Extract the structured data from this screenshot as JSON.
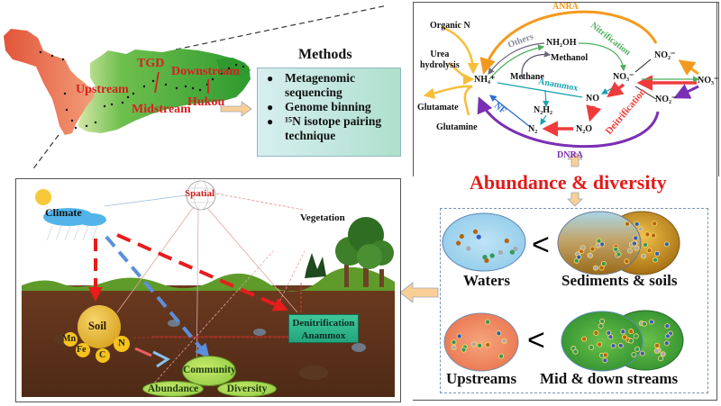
{
  "map": {
    "regions": [
      "Upstream",
      "TGD",
      "Midstream",
      "Downstream",
      "Hukou"
    ]
  },
  "methods": {
    "title": "Methods",
    "items": [
      "Metagenomic sequencing",
      "Genome binning",
      "¹⁵N isotope pairing technique"
    ],
    "item_lines": [
      [
        "Metagenomic",
        "sequencing"
      ],
      [
        "Genome binning"
      ],
      [
        "¹⁵N isotope pairing",
        "technique"
      ]
    ]
  },
  "n_cycle": {
    "nodes": {
      "organic_n": "Organic N",
      "urea": [
        "Urea",
        "hydrolysis"
      ],
      "nh4": "NH₄⁺",
      "glutamate": "Glutamate",
      "glutamine": "Glutamine",
      "nh2oh": "NH₂OH",
      "methanol": "Methanol",
      "methane": "Methane",
      "no3_mid": "NO₃⁻",
      "no": "NO",
      "n2h2": "N₂H₂",
      "n2": "N₂",
      "n2o": "N₂O",
      "no2_top": "NO₂⁻",
      "no2_bottom": "NO₂⁻",
      "no3_right": "NO₃⁻"
    },
    "processes": {
      "anra": "ANRA",
      "dnra": "DNRA",
      "others": "Others",
      "nitrification": "Nitrification",
      "anammox": "Anammox",
      "nf": "NF",
      "denitrification": "Deitrification"
    },
    "colors": {
      "anra": "#f39a1e",
      "dnra": "#7b2fb5",
      "denitrification": "#ef3b3b",
      "nitrification": "#4daf5a",
      "anammox": "#1aa3b3",
      "nf": "#2f6fd1",
      "assimilation": "#f7be3a",
      "others": "#8a8a9a"
    }
  },
  "headline": {
    "text": "Abundance & diversity",
    "color": "#e31b1b"
  },
  "comparisons": {
    "row1": {
      "left": "Waters",
      "right": "Sediments & soils",
      "operator": "<"
    },
    "row2": {
      "left": "Upstreams",
      "right": "Mid & down streams",
      "operator": "<"
    }
  },
  "ecosystem": {
    "climate": "Climate",
    "spatial": "Spatial",
    "vegetation": "Vegetation",
    "soil": "Soil",
    "elements": [
      "Mn",
      "Fe",
      "C",
      "N"
    ],
    "process_box": [
      "Denitrification",
      "Anammox"
    ],
    "community": "Community",
    "abundance": "Abundance",
    "diversity": "Diversity"
  }
}
